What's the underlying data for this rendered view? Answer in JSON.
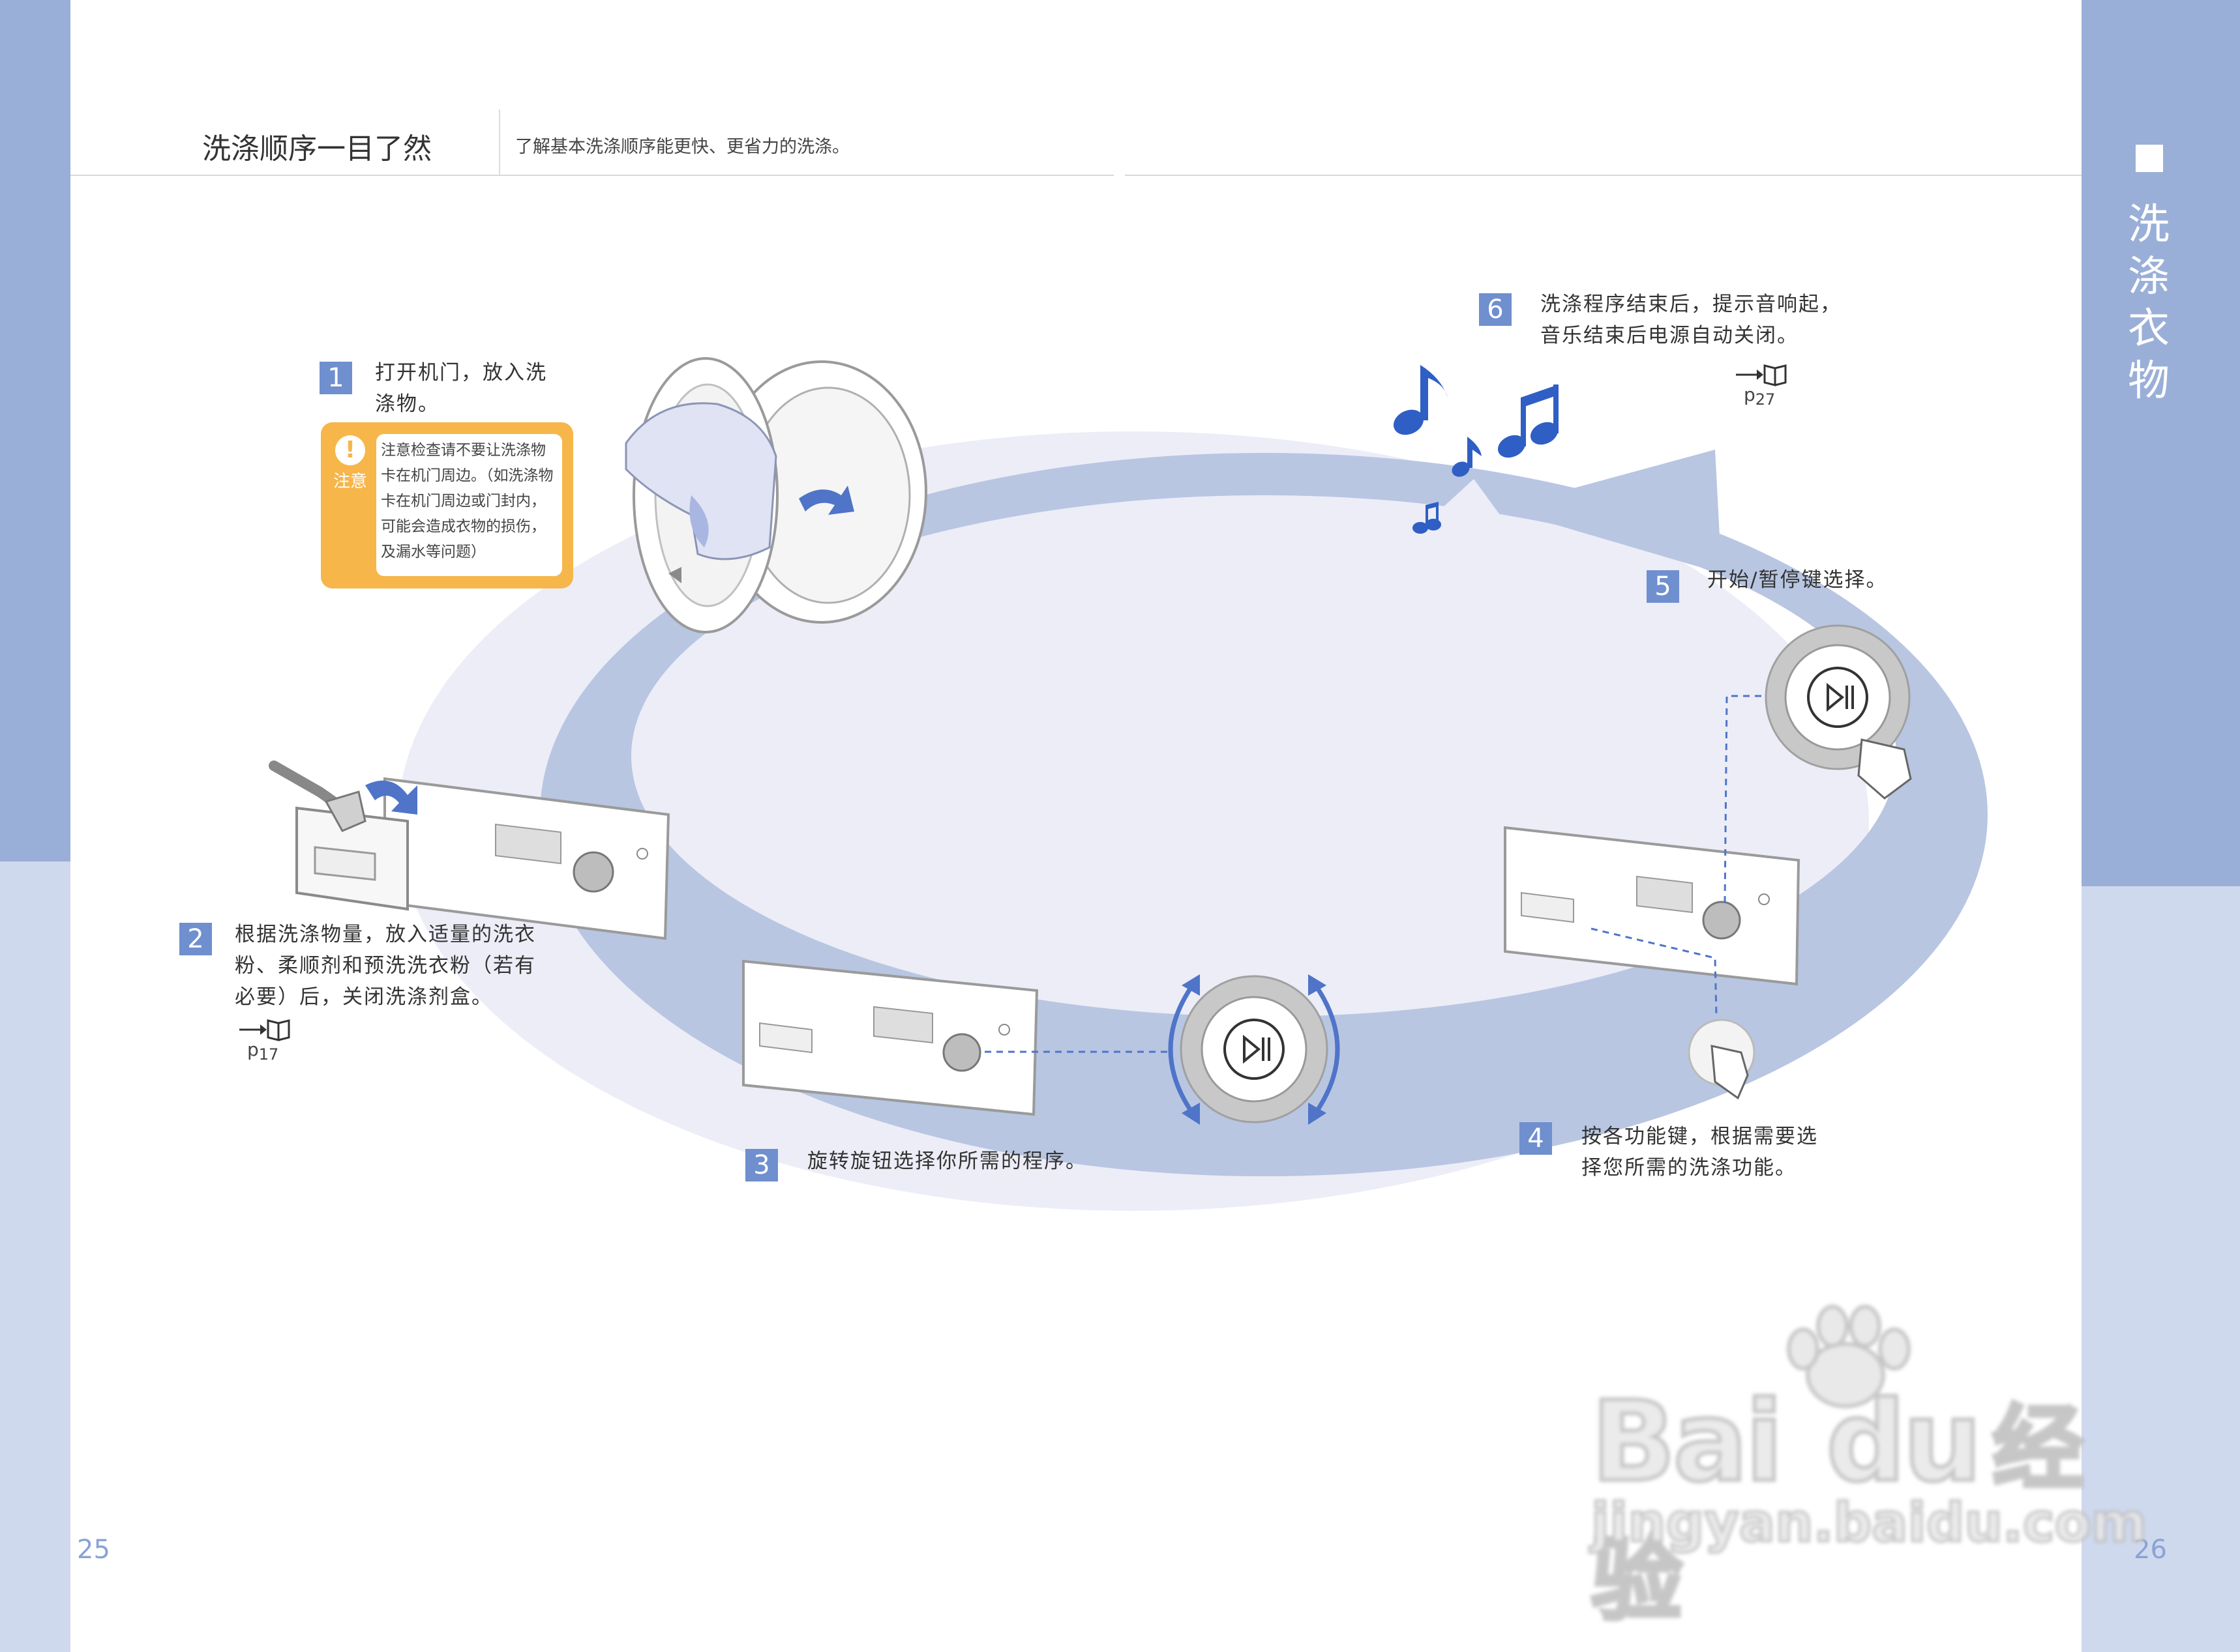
{
  "header": {
    "title": "洗涤顺序一目了然",
    "subtitle": "了解基本洗涤顺序能更快、更省力的洗涤。"
  },
  "side_tab": {
    "title_chars": [
      "洗",
      "涤",
      "衣",
      "物"
    ]
  },
  "notice": {
    "label": "注意",
    "text": "注意检查请不要让洗涤物卡在机门周边。（如洗涤物卡在机门周边或门封内，可能会造成衣物的损伤，及漏水等问题）"
  },
  "steps": [
    {
      "number": "1",
      "line1": "打开机门，放入洗",
      "line2": "涤物。"
    },
    {
      "number": "2",
      "line1": "根据洗涤物量，放入适量的洗衣",
      "line2": "粉、柔顺剂和预洗洗衣粉（若有",
      "line3": "必要）后，关闭洗涤剂盒。",
      "ref_page": "17"
    },
    {
      "number": "3",
      "line1": "旋转旋钮选择你所需的程序。"
    },
    {
      "number": "4",
      "line1": "按各功能键，根据需要选",
      "line2": "择您所需的洗涤功能。"
    },
    {
      "number": "5",
      "line1": "开始/暂停键选择。"
    },
    {
      "number": "6",
      "line1": "洗涤程序结束后，提示音响起，",
      "line2": "音乐结束后电源自动关闭。",
      "ref_page": "27"
    }
  ],
  "ref_prefix": "p",
  "page_numbers": {
    "left": "25",
    "right": "26"
  },
  "watermark": {
    "brand": "Bai",
    "brand2": "du",
    "cn": "经验",
    "url": "jingyan.baidu.com"
  },
  "icons": {
    "play_pause": "play-pause-icon",
    "music": "music-note-icon",
    "book": "book-reference-icon"
  },
  "colors": {
    "band_dark": "#9aafd8",
    "band_light": "#cfd9ee",
    "accent": "#6f8fcf",
    "notice": "#f6b64a",
    "ellipse_fill": "#ecedf7",
    "ring": "#b8c6e2",
    "note_blue": "#2f5fc4"
  }
}
